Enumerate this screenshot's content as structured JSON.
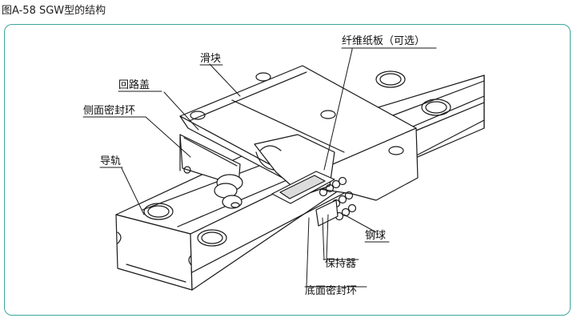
{
  "figure": {
    "caption": "图A-58    SGW型的结构"
  },
  "labels": {
    "slider": "滑块",
    "end_cap": "回路盖",
    "side_seal": "侧面密封环",
    "rail": "导轨",
    "fiber_sheet": "纤维纸板（可选）",
    "steel_ball": "钢球",
    "retainer": "保持器",
    "bottom_seal": "底面密封环"
  },
  "colors": {
    "frame": "#3aa79a",
    "line": "#1a1a1a"
  }
}
